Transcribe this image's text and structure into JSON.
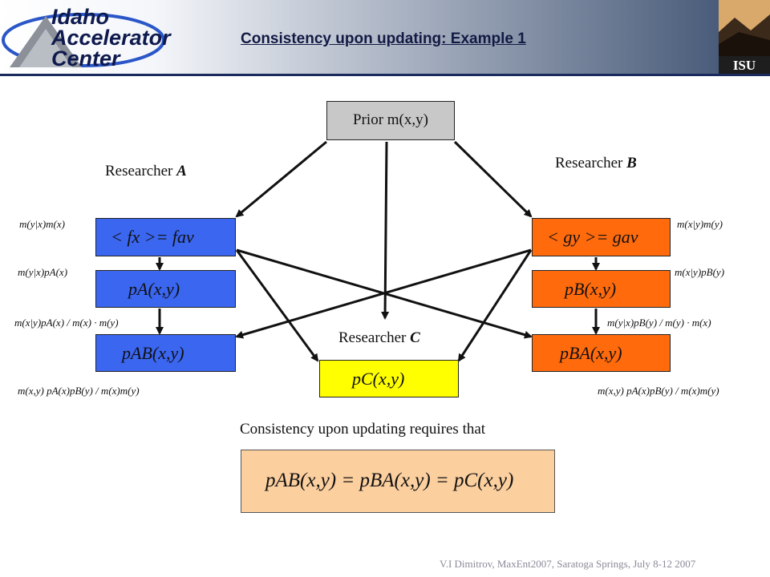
{
  "header": {
    "title": "Consistency upon updating: Example 1",
    "logo": {
      "line1": "Idaho",
      "line2": "Accelerator",
      "line3": "Center"
    },
    "isu_label": "ISU"
  },
  "diagram": {
    "prior": "Prior m(x,y)",
    "researcher_a": {
      "prefix": "Researcher ",
      "letter": "A"
    },
    "researcher_b": {
      "prefix": "Researcher ",
      "letter": "B"
    },
    "researcher_c": {
      "prefix": "Researcher ",
      "letter": "C"
    },
    "box_a1": "< fx >= fav",
    "box_a2": "pA(x,y)",
    "box_a3": "pAB(x,y)",
    "box_b1": "< gy >= gav",
    "box_b2": "pB(x,y)",
    "box_b3": "pBA(x,y)",
    "box_c": "pC(x,y)",
    "annot_a1": "m(y|x)m(x)",
    "annot_a2": "m(y|x)pA(x)",
    "annot_a3": "m(x|y)pA(x) / m(x) · m(y)",
    "annot_a4": "m(x,y) pA(x)pB(y) / m(x)m(y)",
    "annot_b1": "m(x|y)m(y)",
    "annot_b2": "m(x|y)pB(y)",
    "annot_b3": "m(y|x)pB(y) / m(y) · m(x)",
    "annot_b4": "m(x,y) pA(x)pB(y) / m(x)m(y)",
    "consistency_text": "Consistency upon updating requires that",
    "consistency_formula": "pAB(x,y) = pBA(x,y) = pC(x,y)"
  },
  "footer": "V.I Dimitrov, MaxEnt2007, Saratoga Springs, July 8-12 2007",
  "colors": {
    "blue_box": "#3a66f0",
    "orange_box": "#ff6a0d",
    "yellow_box": "#ffff00",
    "prior_box": "#c8c8c8",
    "result_box": "#fccf9f",
    "title": "#121a44"
  }
}
